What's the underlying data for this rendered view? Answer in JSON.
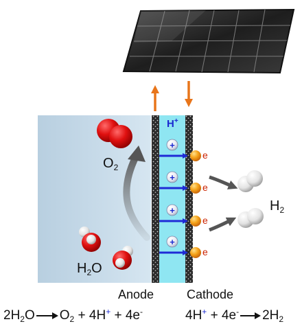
{
  "labels": {
    "o2": "O",
    "o2_sub": "2",
    "h2": "H",
    "h2_sub": "2",
    "h2o_h": "H",
    "h2o_sub": "2",
    "h2o_o": "O",
    "proton": "H",
    "proton_charge": "+",
    "plus_sign": "+",
    "electron": "e",
    "anode": "Anode",
    "cathode": "Cathode"
  },
  "equations": {
    "anode": {
      "a": "2H",
      "a_sub": "2",
      "b": "O",
      "c": "O",
      "c_sub": "2",
      "d": " + 4H",
      "d_sup": "+",
      "e": " + 4e",
      "e_sup": "-"
    },
    "cathode": {
      "a": "4H",
      "a_sup": "+",
      "b": " + 4e",
      "b_sup": "-",
      "c": "2H",
      "c_sub": "2"
    }
  },
  "colors": {
    "electrolyte": "#c9dcea",
    "membrane": "#8fe6f2",
    "electrode": "#2b2b2b",
    "proton_arrow": "#1f2bd6",
    "power_arrow": "#e8751a",
    "oxygen": "#e01010",
    "hydrogen": "#e8e8e8",
    "electron": "#f09a1a"
  },
  "icons": [
    "solar-panel-icon",
    "oxygen-molecule-icon",
    "water-molecule-icon",
    "hydrogen-molecule-icon",
    "electron-icon"
  ]
}
